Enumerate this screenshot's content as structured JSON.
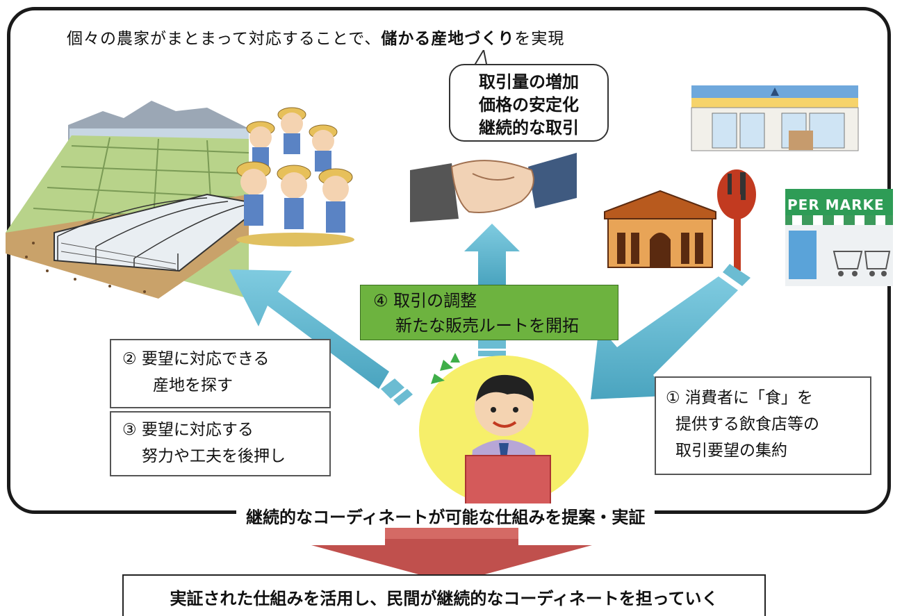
{
  "headline": {
    "prefix": "個々の農家がまとまって対応することで、",
    "emphasis": "儲かる産地づくり",
    "suffix": "を実現"
  },
  "bubble": {
    "lines": [
      "取引量の増加",
      "価格の安定化",
      "継続的な取引"
    ]
  },
  "step2": {
    "line1": "② 要望に対応できる",
    "line2": "産地を探す"
  },
  "step3": {
    "line1": "③ 要望に対応する",
    "line2": "努力や工夫を後押し"
  },
  "step1": {
    "line1": "① 消費者に「食」を",
    "line2": "提供する飲食店等の",
    "line3": "取引要望の集約"
  },
  "step4": {
    "line1": "④ 取引の調整",
    "line2": "新たな販売ルートを開拓"
  },
  "caption": "継続的なコーディネートが可能な仕組みを提案・実証",
  "conclusion": "実証された仕組みを活用し、民間が継続的なコーディネートを担っていく",
  "supermarket_sign": "PER MARKE",
  "colors": {
    "arrow_blue": "#5fb8cf",
    "green_box": "#6db33f",
    "down_arrow": "#c0504d",
    "coordinator_circle": "#f6ef6a"
  },
  "icons": [
    "farm-field-illustration",
    "greenhouse-illustration",
    "farmers-group-illustration",
    "handshake-illustration",
    "convenience-store-illustration",
    "restaurant-illustration",
    "supermarket-illustration",
    "coordinator-person-illustration"
  ]
}
